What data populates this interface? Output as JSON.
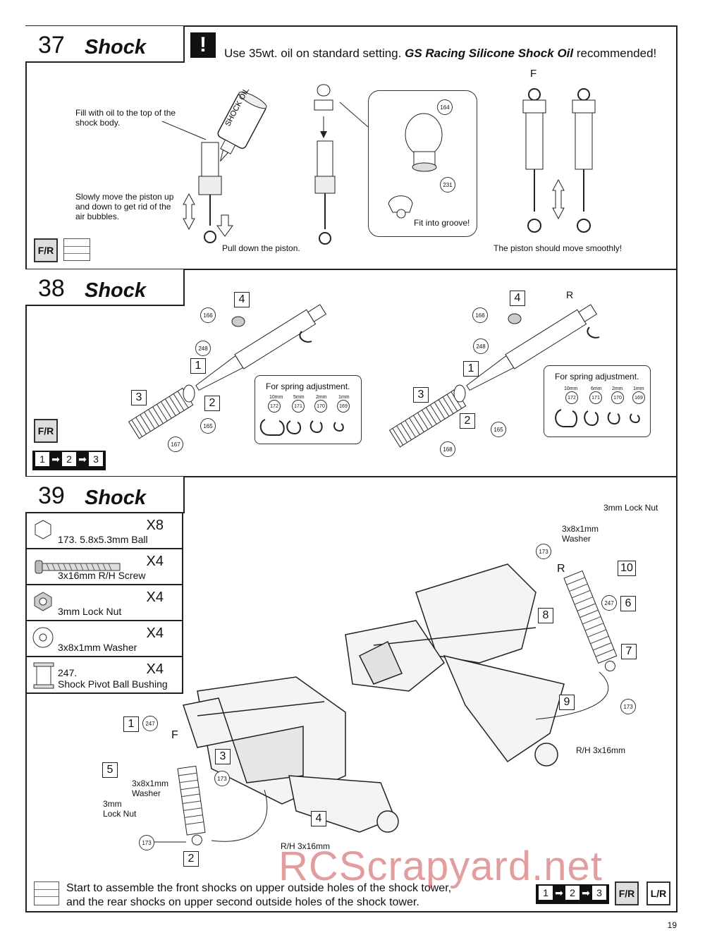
{
  "steps": {
    "s37": {
      "number": "37",
      "title": "Shock",
      "note_pre": "Use 35wt. oil on standard setting.",
      "note_bold": "GS Racing Silicone Shock Oil",
      "note_post": "recommended!",
      "labels": {
        "fill": "Fill with oil to the top of the shock body.",
        "slowly": "Slowly move the piston up and down to get rid of the air bubbles.",
        "pull": "Pull down the piston.",
        "groove": "Fit into groove!",
        "smooth": "The piston should move smoothly!",
        "bottle": "SHOCK OIL",
        "f": "F"
      },
      "parts": [
        "164",
        "231"
      ]
    },
    "s38": {
      "number": "38",
      "title": "Shock",
      "spring_adjust": "For spring adjustment.",
      "r": "R",
      "spacers": [
        {
          "size": "10mm",
          "part": "172"
        },
        {
          "size": "5mm",
          "part": "171"
        },
        {
          "size": "2mm",
          "part": "170"
        },
        {
          "size": "1mm",
          "part": "169"
        }
      ],
      "spacers_rear": [
        {
          "size": "10mm",
          "part": "172"
        },
        {
          "size": "6mm",
          "part": "171"
        },
        {
          "size": "2mm",
          "part": "170"
        },
        {
          "size": "1mm",
          "part": "169"
        }
      ],
      "front_parts": {
        "p166": "166",
        "p248": "248",
        "p165": "165",
        "p167": "167"
      },
      "rear_parts": {
        "p166": "166",
        "p248": "248",
        "p165": "165",
        "p168": "168"
      },
      "boxes": [
        "1",
        "2",
        "3",
        "4"
      ],
      "sequence": [
        "1",
        "2",
        "3"
      ]
    },
    "s39": {
      "number": "39",
      "title": "Shock",
      "parts_list": [
        {
          "qty": "X8",
          "name": "173.   5.8x5.3mm Ball"
        },
        {
          "qty": "X4",
          "name": "3x16mm R/H Screw"
        },
        {
          "qty": "X4",
          "name": "3mm Lock Nut"
        },
        {
          "qty": "X4",
          "name": "3x8x1mm Washer"
        },
        {
          "qty": "X4",
          "name_line1": "247.",
          "name_line2": "Shock Pivot Ball Bushing"
        }
      ],
      "labels": {
        "lock_nut_r": "3mm Lock Nut",
        "washer_r": "3x8x1mm Washer",
        "screw_r": "R/H 3x16mm",
        "washer_f": "3x8x1mm Washer",
        "lock_nut_f": "3mm Lock Nut",
        "screw_f": "R/H 3x16mm",
        "f": "F",
        "r": "R"
      },
      "numbers": [
        "1",
        "2",
        "3",
        "4",
        "5",
        "6",
        "7",
        "8",
        "9",
        "10"
      ],
      "part_refs": [
        "173",
        "247"
      ],
      "footer_line1": "Start to assemble the front shocks on upper outside holes of the shock tower,",
      "footer_line2": "and the rear shocks on upper second outside holes of the shock tower.",
      "sequence": [
        "1",
        "2",
        "3"
      ]
    }
  },
  "icons": [
    "warning-icon",
    "front-rear-icon",
    "left-right-icon",
    "blank-notes-icon"
  ],
  "watermark": "RCScrapyard.net",
  "page_number": "19"
}
